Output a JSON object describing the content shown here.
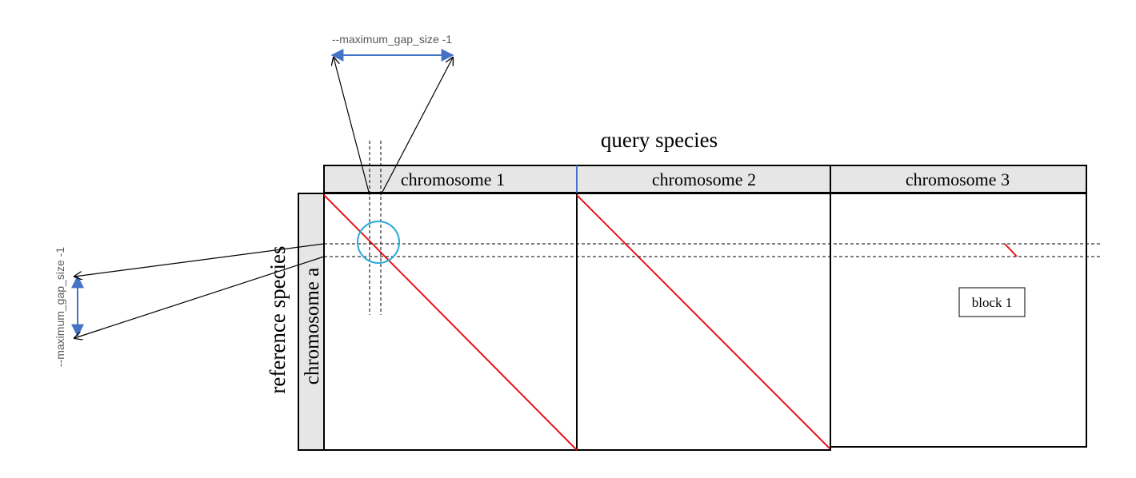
{
  "diagram": {
    "query_label": "query species",
    "reference_label": "reference species",
    "columns": [
      {
        "label": "chromosome 1"
      },
      {
        "label": "chromosome 2"
      },
      {
        "label": "chromosome 3"
      }
    ],
    "rows": [
      {
        "label": "chromosome a"
      }
    ],
    "gap_label_top": "--maximum_gap_size -1",
    "gap_label_left": "--maximum_gap_size -1",
    "block_label": "block 1"
  },
  "colors": {
    "header_fill": "#e6e6e6",
    "alignment_line": "#e8131b",
    "gap_arrow": "#4472c4",
    "highlight_circle": "#27a9d7",
    "annotation_text": "#595959"
  }
}
